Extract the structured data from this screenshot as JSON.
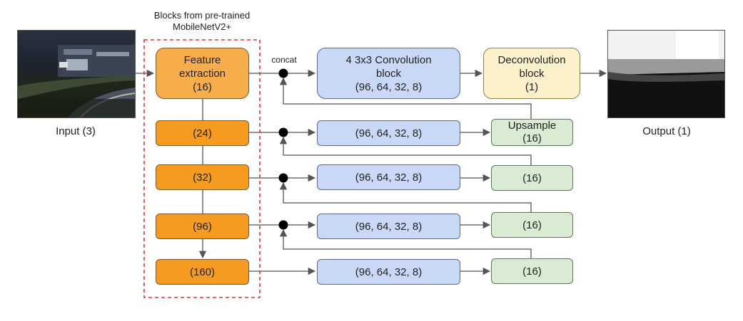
{
  "pretrained_label": "Blocks from pre-trained\nMobileNetV2+",
  "concat_label": "concat",
  "input": {
    "label": "Input (3)"
  },
  "output": {
    "label": "Output (1)"
  },
  "encoder": {
    "feature": {
      "title": "Feature\nextraction",
      "channels": "(16)"
    },
    "b24": "(24)",
    "b32": "(32)",
    "b96": "(96)",
    "b160": "(160)"
  },
  "conv": {
    "main": {
      "title": "4 3x3 Convolution\nblock",
      "channels": "(96, 64, 32, 8)"
    },
    "r2": "(96, 64, 32, 8)",
    "r3": "(96, 64, 32, 8)",
    "r4": "(96, 64, 32, 8)",
    "r5": "(96, 64, 32, 8)"
  },
  "deconv": {
    "title": "Deconvolution\nblock",
    "channels": "(1)"
  },
  "upsample": {
    "u2": {
      "title": "Upsample",
      "channels": "(16)"
    },
    "u3": "(16)",
    "u4": "(16)",
    "u5": "(16)"
  },
  "colors": {
    "encoder_fill": "#f59b1f",
    "encoder_top_fill": "#f7ad4b",
    "conv_fill": "#c9d8f7",
    "upsample_fill": "#d9ebd3",
    "deconv_fill": "#fdf1cc",
    "pretrained_border": "#e5303a"
  }
}
